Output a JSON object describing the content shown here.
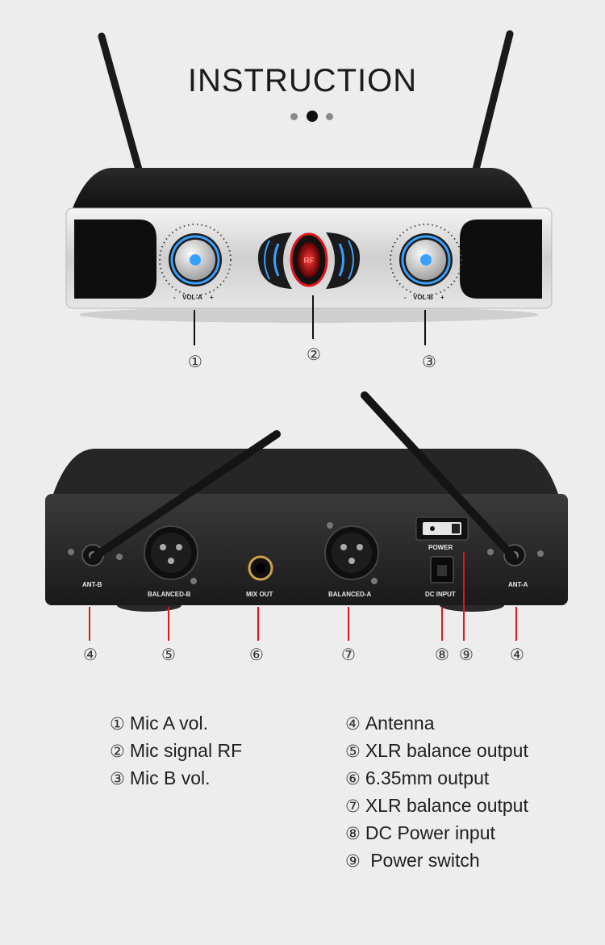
{
  "title": "INSTRUCTION",
  "front_panel": {
    "vol_a_label": "VOL-A",
    "vol_b_label": "VOL-B",
    "minus": "-",
    "plus": "+",
    "rf_logo": "RF",
    "accent_blue": "#3aa0ff",
    "accent_red": "#e0161b"
  },
  "rear_panel": {
    "ant_b": "ANT-B",
    "balanced_b": "BALANCED-B",
    "mix_out": "MIX OUT",
    "balanced_a": "BALANCED-A",
    "power": "POWER",
    "dc_input": "DC INPUT",
    "ant_a": "ANT-A"
  },
  "callouts_front": [
    "①",
    "②",
    "③"
  ],
  "callouts_rear": [
    "④",
    "⑤",
    "⑥",
    "⑦",
    "⑧",
    "⑨",
    "④"
  ],
  "legend_left": [
    {
      "num": "①",
      "text": "Mic A vol."
    },
    {
      "num": "②",
      "text": "Mic signal RF"
    },
    {
      "num": "③",
      "text": "Mic B vol."
    }
  ],
  "legend_right": [
    {
      "num": "④",
      "text": "Antenna"
    },
    {
      "num": "⑤",
      "text": "XLR balance output"
    },
    {
      "num": "⑥",
      "text": "6.35mm output"
    },
    {
      "num": "⑦",
      "text": "XLR balance output"
    },
    {
      "num": "⑧",
      "text": "DC Power input"
    },
    {
      "num": "⑨",
      "text": " Power switch"
    }
  ]
}
